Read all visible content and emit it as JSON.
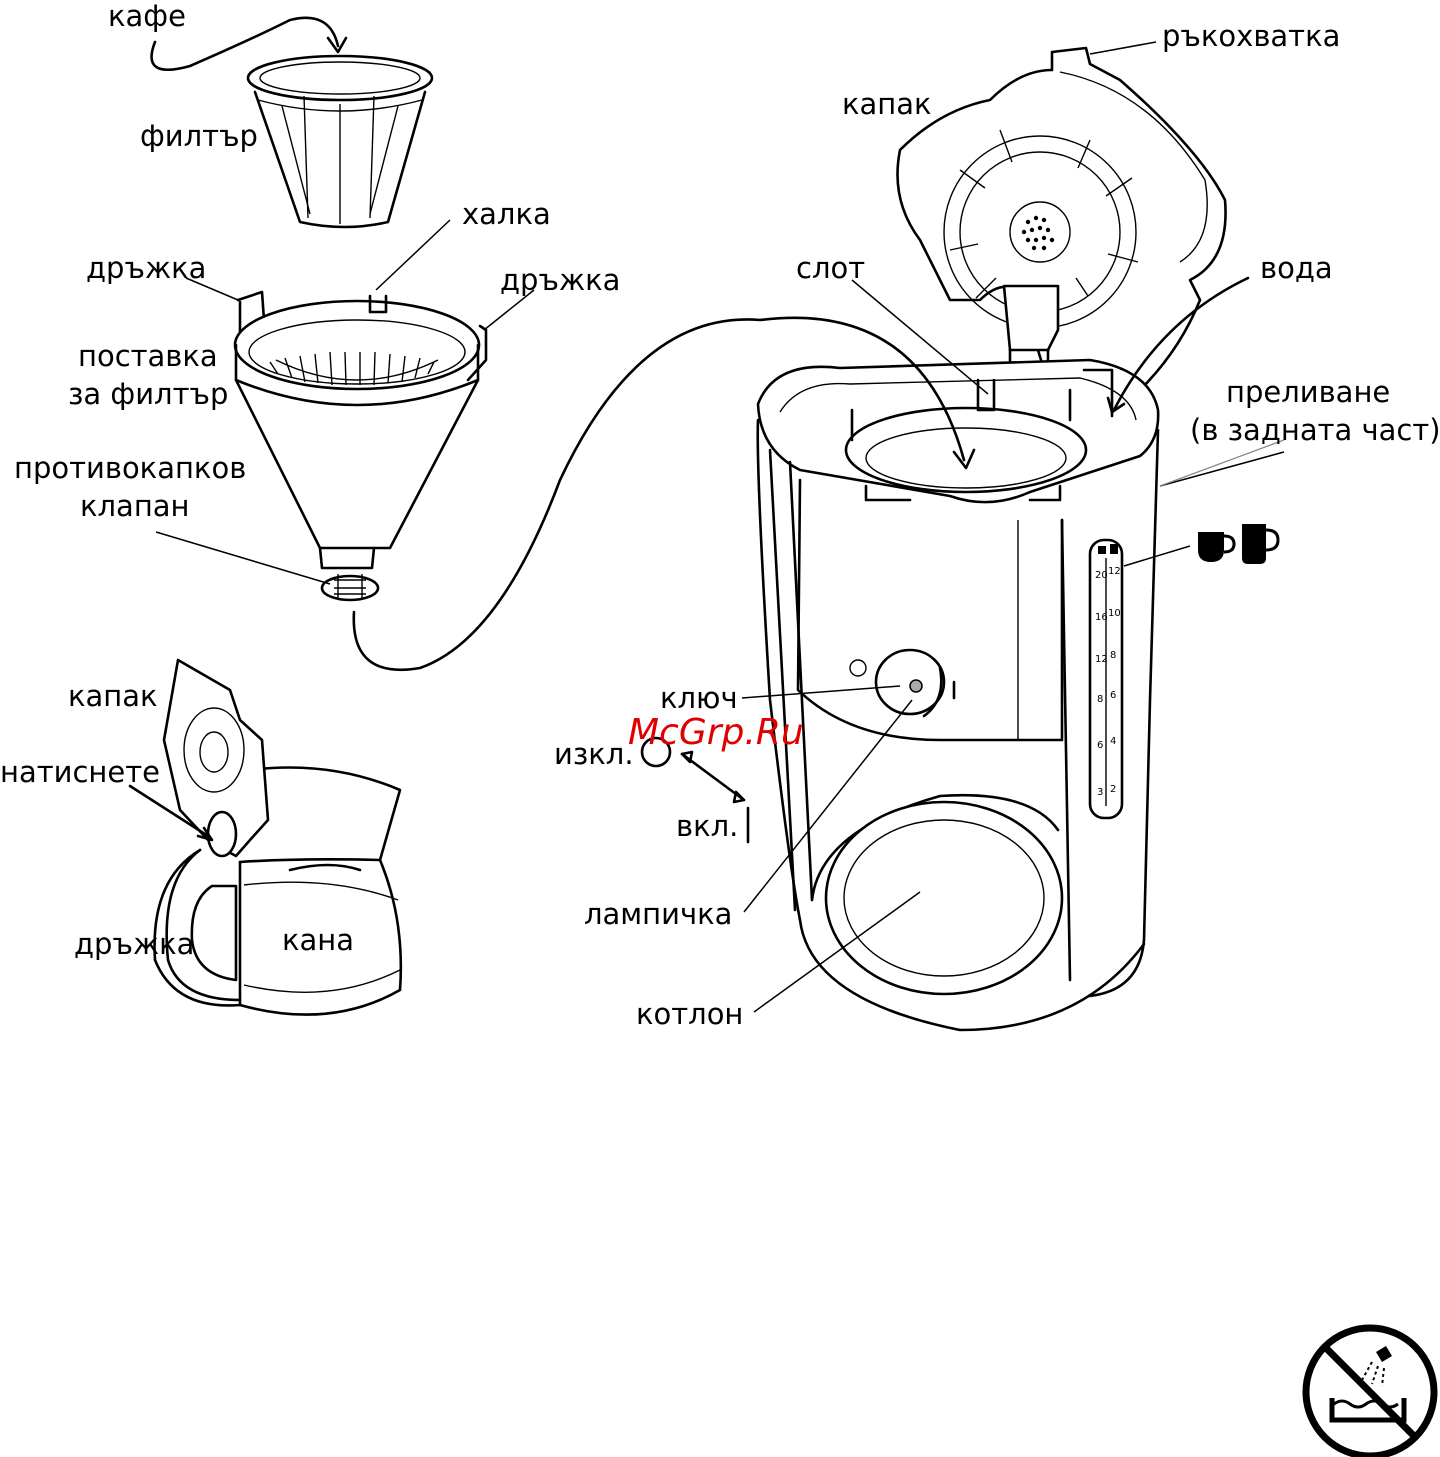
{
  "labels": {
    "coffee": "кафе",
    "filter": "филтър",
    "ring": "халка",
    "handle_left": "дръжка",
    "handle_right": "дръжка",
    "filter_holder_1": "поставка",
    "filter_holder_2": "за филтър",
    "antidrip_1": "противокапков",
    "antidrip_2": "клапан",
    "jug_lid": "капак",
    "press": "натиснете",
    "jug_handle": "дръжка",
    "jug": "кана",
    "grip": "ръкохватка",
    "lid": "капак",
    "slot": "слот",
    "water": "вода",
    "overflow_1": "преливане",
    "overflow_2": "(в задната част)",
    "switch": "ключ",
    "off": "изкл.",
    "on": "вкл.",
    "lamp": "лампичка",
    "hotplate": "котлон"
  },
  "watermark": "McGrp.Ru",
  "scale_left": [
    "20",
    "16",
    "12",
    "8",
    "6",
    "3"
  ],
  "scale_right": [
    "12",
    "10",
    "8",
    "6",
    "4",
    "2"
  ],
  "icons": {
    "cups": "cup-icons",
    "no_immersion": "no-immersion-icon"
  }
}
